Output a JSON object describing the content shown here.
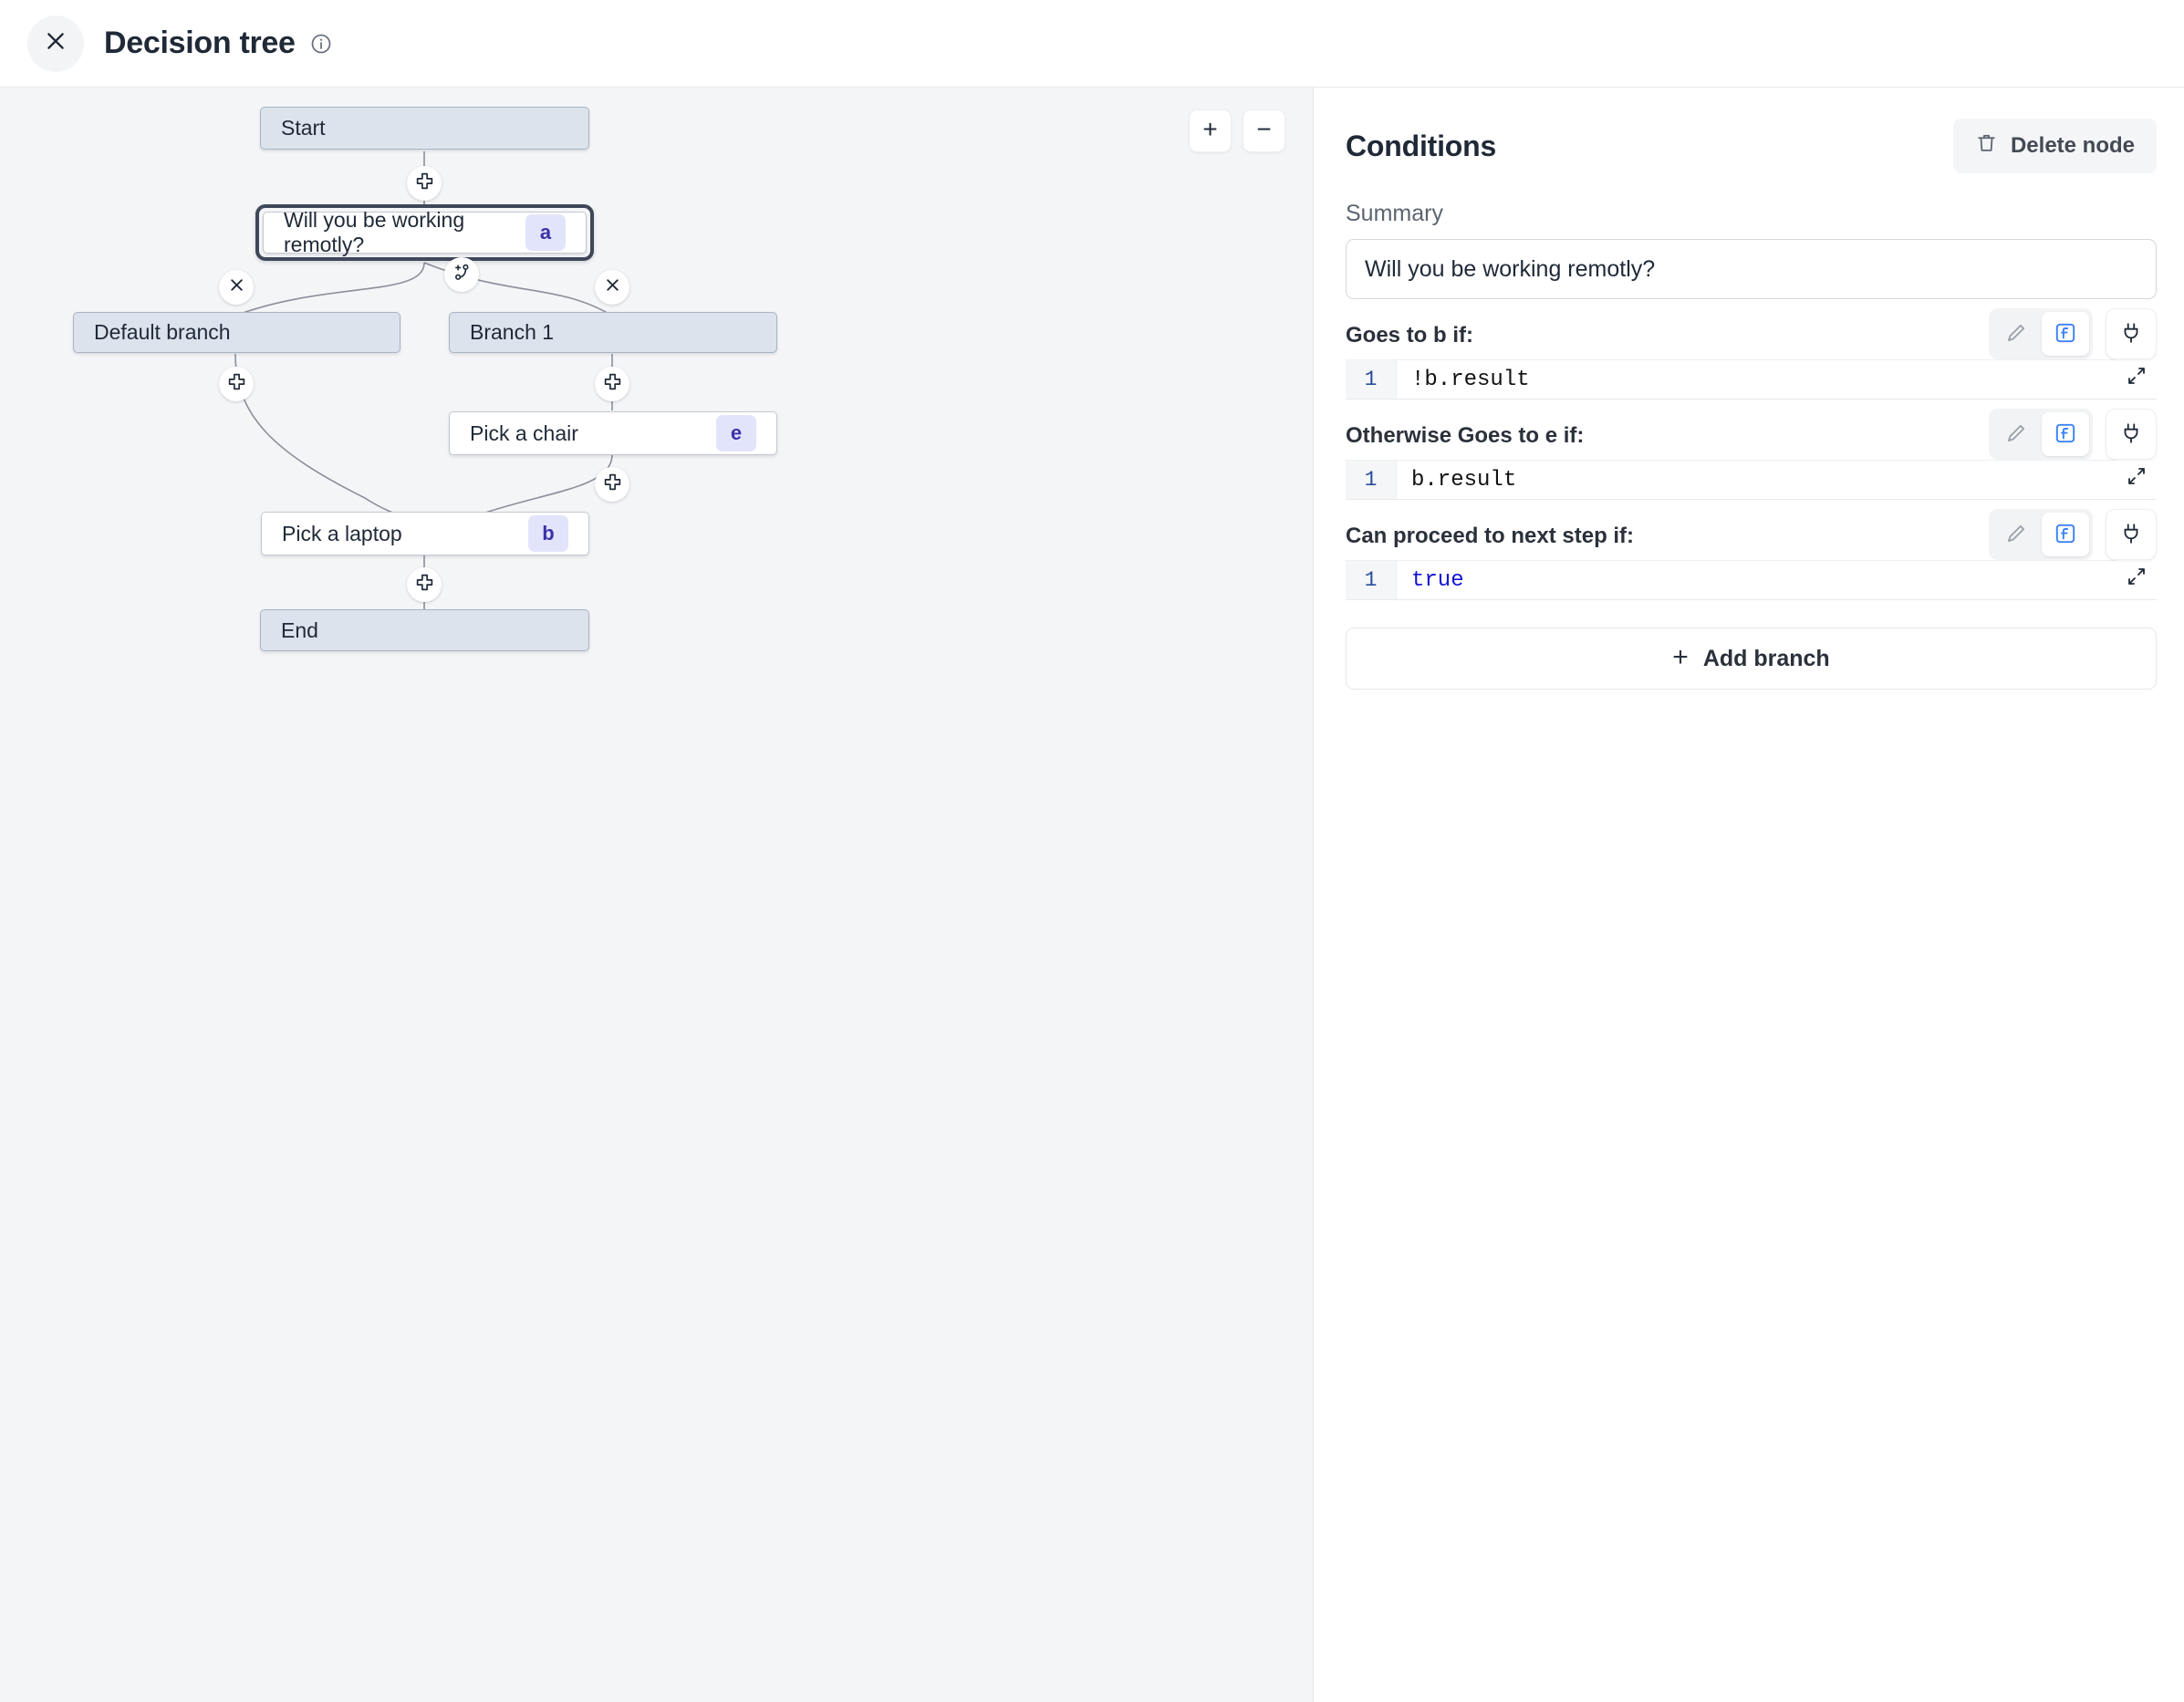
{
  "header": {
    "title": "Decision tree",
    "close_icon": "close-icon",
    "info_icon": "info-circle-icon"
  },
  "canvas": {
    "zoom_in_label": "+",
    "zoom_out_label": "−",
    "nodes": {
      "start": {
        "label": "Start"
      },
      "decision": {
        "label": "Will you be working remotly?",
        "badge": "a"
      },
      "default_branch": {
        "label": "Default branch"
      },
      "branch_1": {
        "label": "Branch 1"
      },
      "pick_chair": {
        "label": "Pick a chair",
        "badge": "e"
      },
      "pick_laptop": {
        "label": "Pick a laptop",
        "badge": "b"
      },
      "end": {
        "label": "End"
      }
    }
  },
  "panel": {
    "title": "Conditions",
    "delete_label": "Delete node",
    "summary_label": "Summary",
    "summary_value": "Will you be working remotly?",
    "conditions": [
      {
        "label": "Goes to b if:",
        "line_no": "1",
        "code": "!b.result",
        "keyword": false
      },
      {
        "label": "Otherwise Goes to e if:",
        "line_no": "1",
        "code": "b.result",
        "keyword": false
      },
      {
        "label": "Can proceed to next step if:",
        "line_no": "1",
        "code": "true",
        "keyword": true
      }
    ],
    "add_branch_label": "Add branch",
    "add_branch_plus": "+"
  },
  "colors": {
    "canvas_bg": "#f4f5f7",
    "terminal_node": "#dce3ec",
    "badge_bg": "#e2e4fb",
    "badge_text": "#3b32a8",
    "accent_blue": "#3b82f6",
    "selection_border": "#3f4759"
  }
}
